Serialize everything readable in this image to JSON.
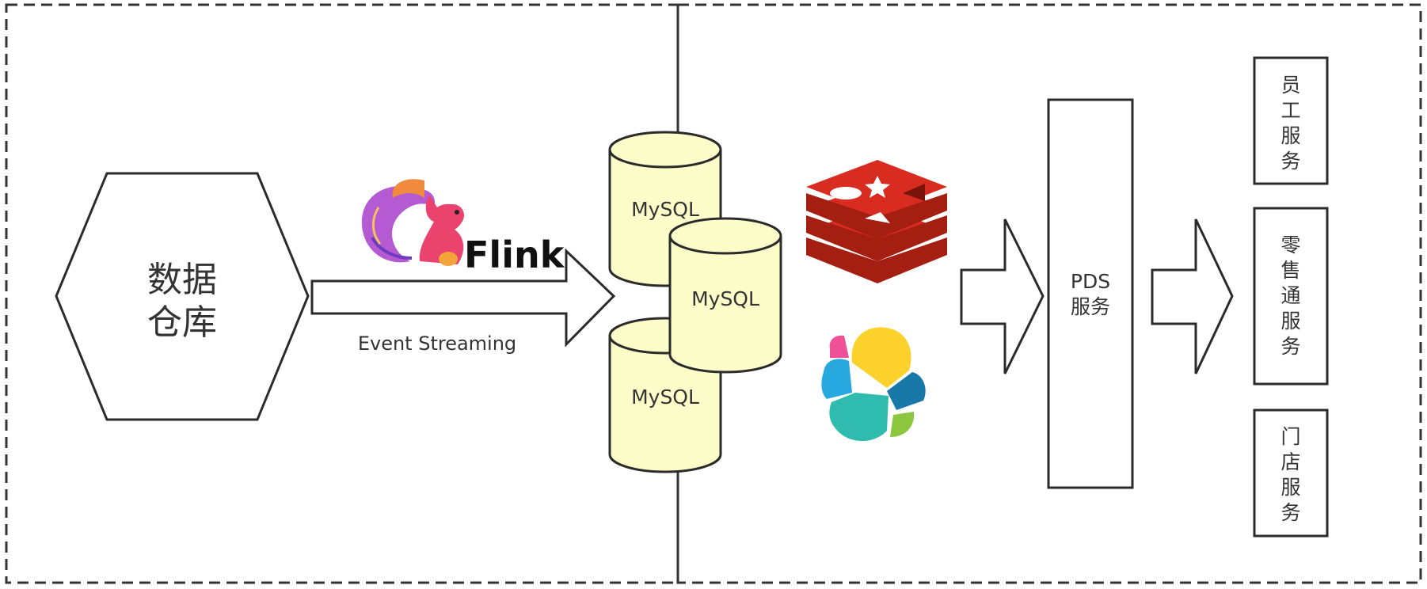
{
  "warehouse": {
    "line1": "数据",
    "line2": "仓库"
  },
  "flink": {
    "logo_text": "Flink",
    "stream_label": "Event Streaming"
  },
  "databases": [
    {
      "label": "MySQL"
    },
    {
      "label": "MySQL"
    },
    {
      "label": "MySQL"
    }
  ],
  "icons": {
    "cache": "redis-icon",
    "search": "elasticsearch-icon",
    "flink": "squirrel-icon"
  },
  "pds": {
    "line1": "PDS",
    "line2": "服务"
  },
  "services": [
    {
      "chars": [
        "员",
        "工",
        "服",
        "务"
      ]
    },
    {
      "chars": [
        "零",
        "售",
        "通",
        "服",
        "务"
      ]
    },
    {
      "chars": [
        "门",
        "店",
        "服",
        "务"
      ]
    }
  ],
  "colors": {
    "cylinder_fill": "#fdfdc9",
    "stroke": "#2b2b2b",
    "redis": "#d82c20",
    "elastic_yellow": "#fdd12c",
    "elastic_teal": "#2fbcae",
    "elastic_blue": "#27a8df",
    "elastic_dark_blue": "#1879a8",
    "elastic_pink": "#ef5098",
    "elastic_green": "#8cc63f"
  }
}
